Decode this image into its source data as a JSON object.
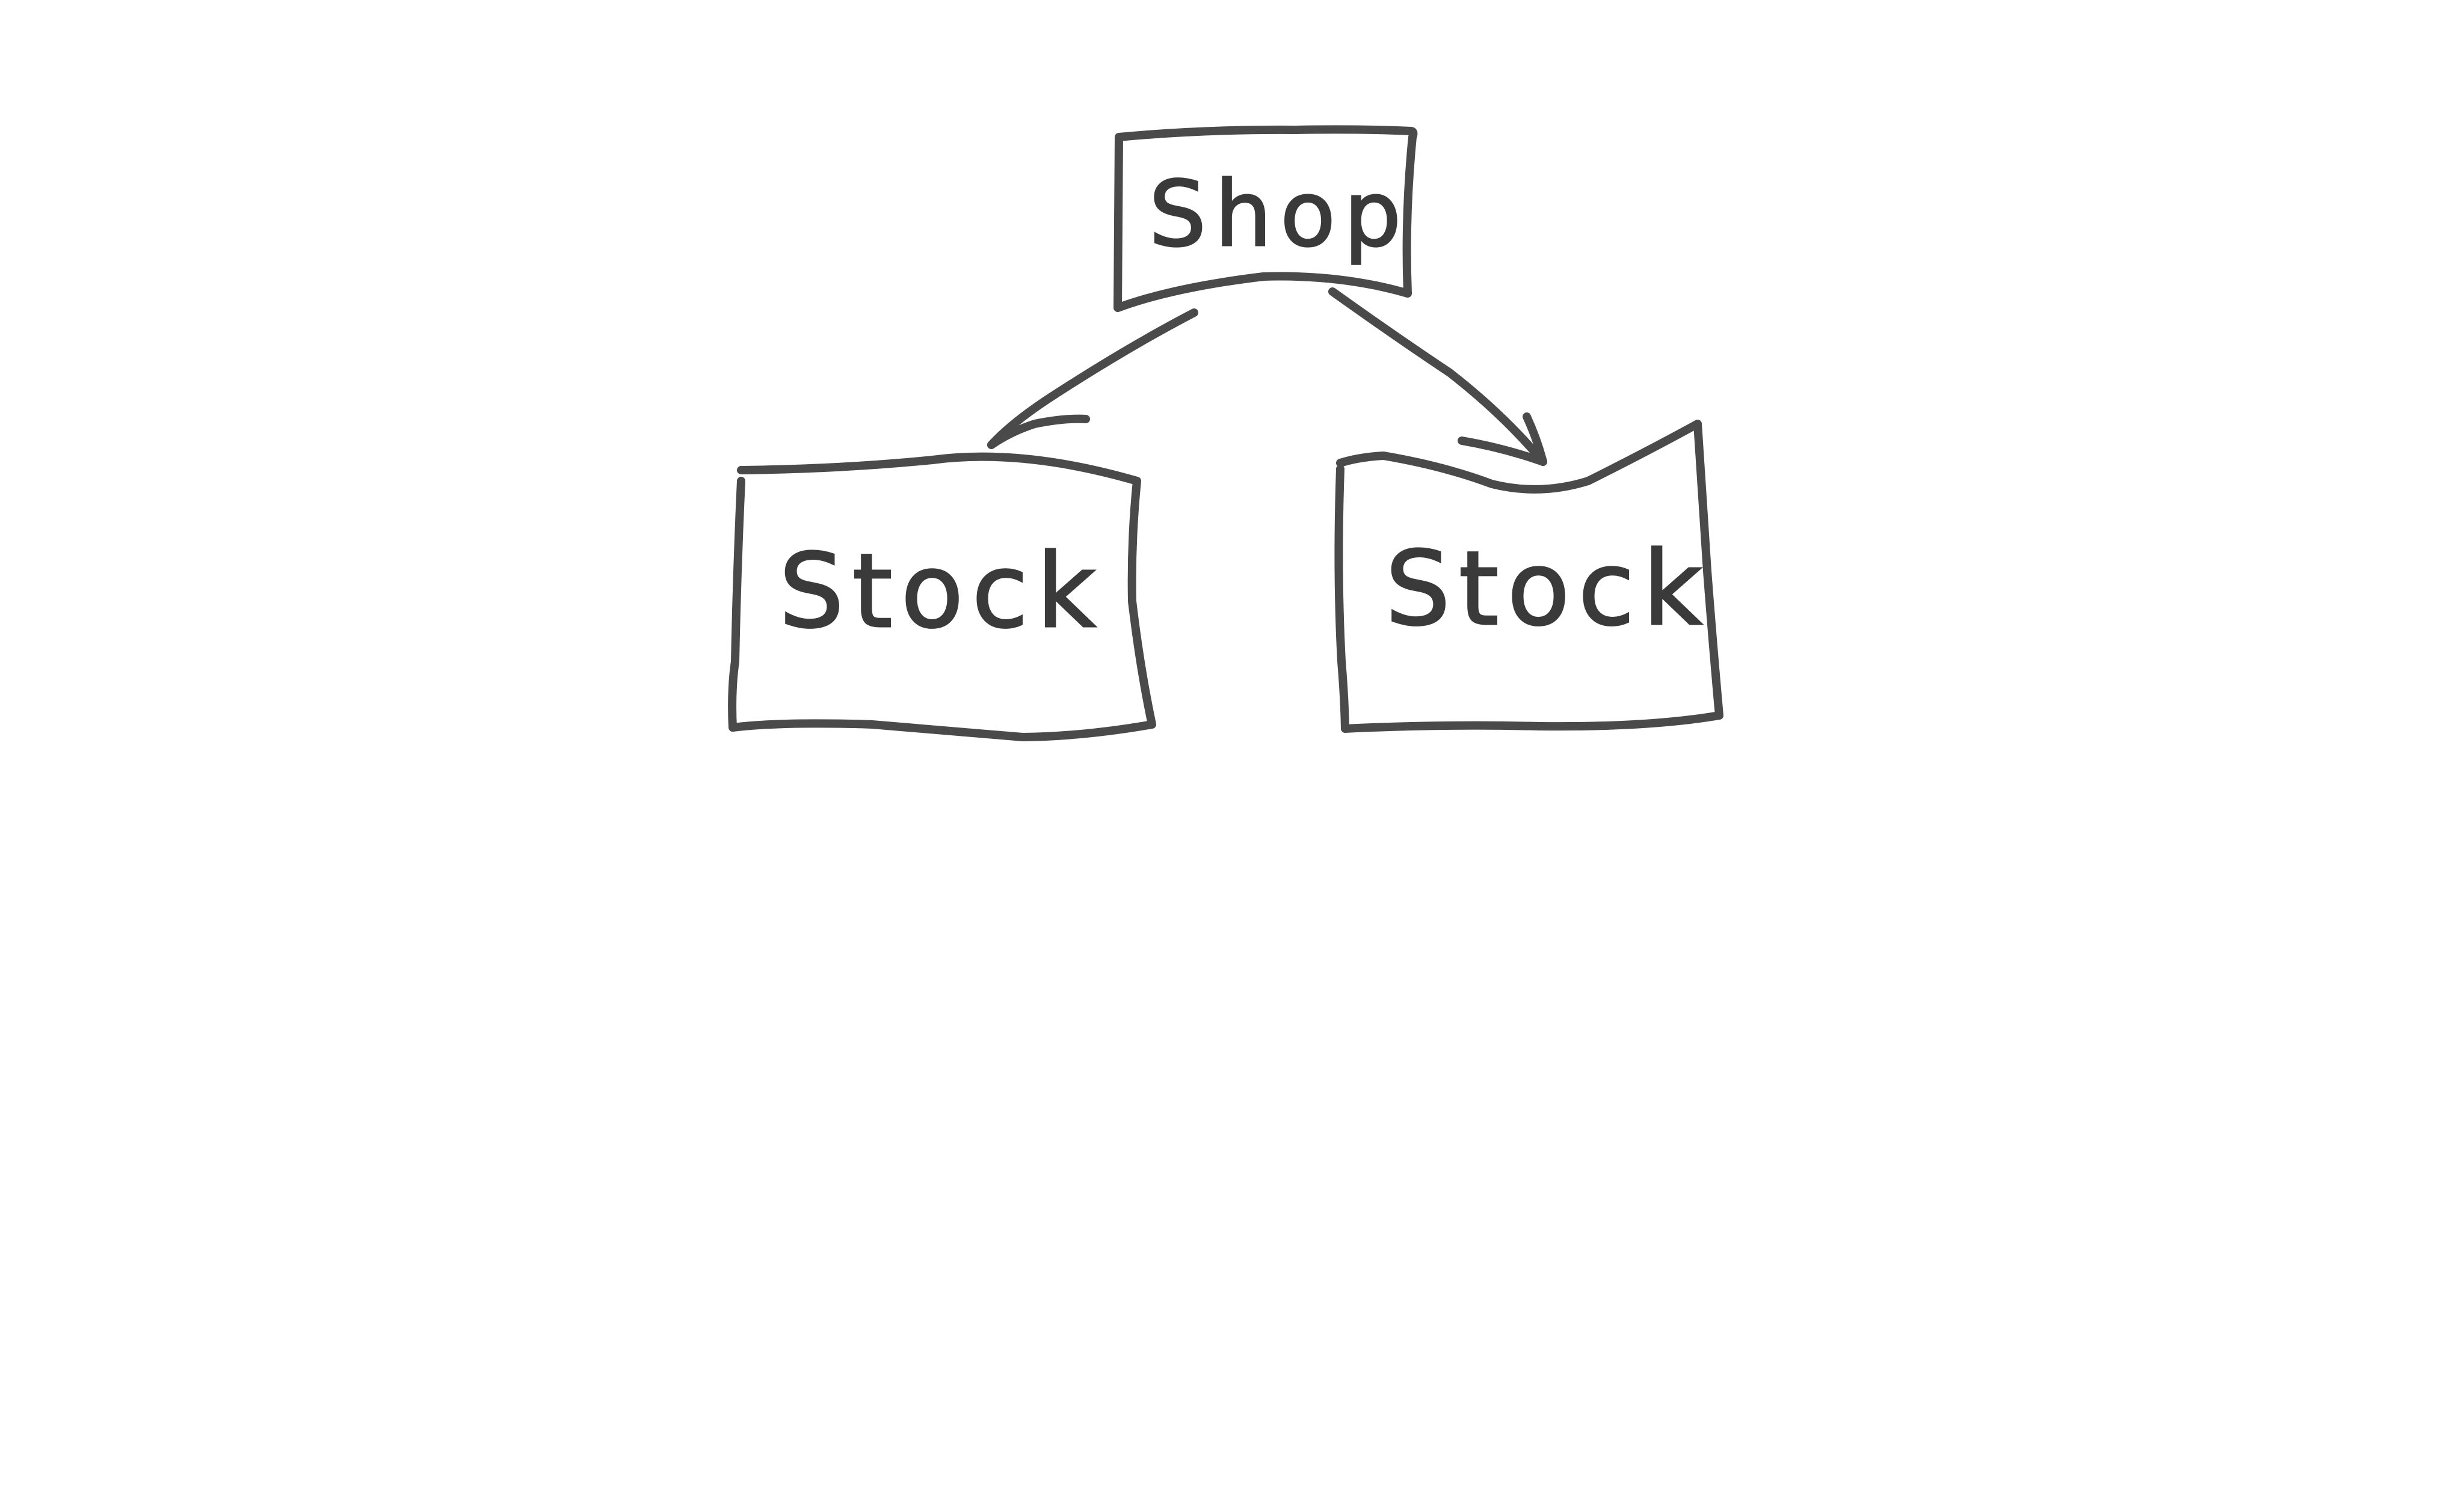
{
  "diagram": {
    "nodes": [
      {
        "id": "shop",
        "label": "Shop"
      },
      {
        "id": "stock-left",
        "label": "Stock"
      },
      {
        "id": "stock-right",
        "label": "Stock"
      }
    ],
    "edges": [
      {
        "from": "shop",
        "to": "stock-left"
      },
      {
        "from": "shop",
        "to": "stock-right"
      }
    ],
    "stroke_color": "#4a4a4a",
    "background": "#ffffff"
  }
}
